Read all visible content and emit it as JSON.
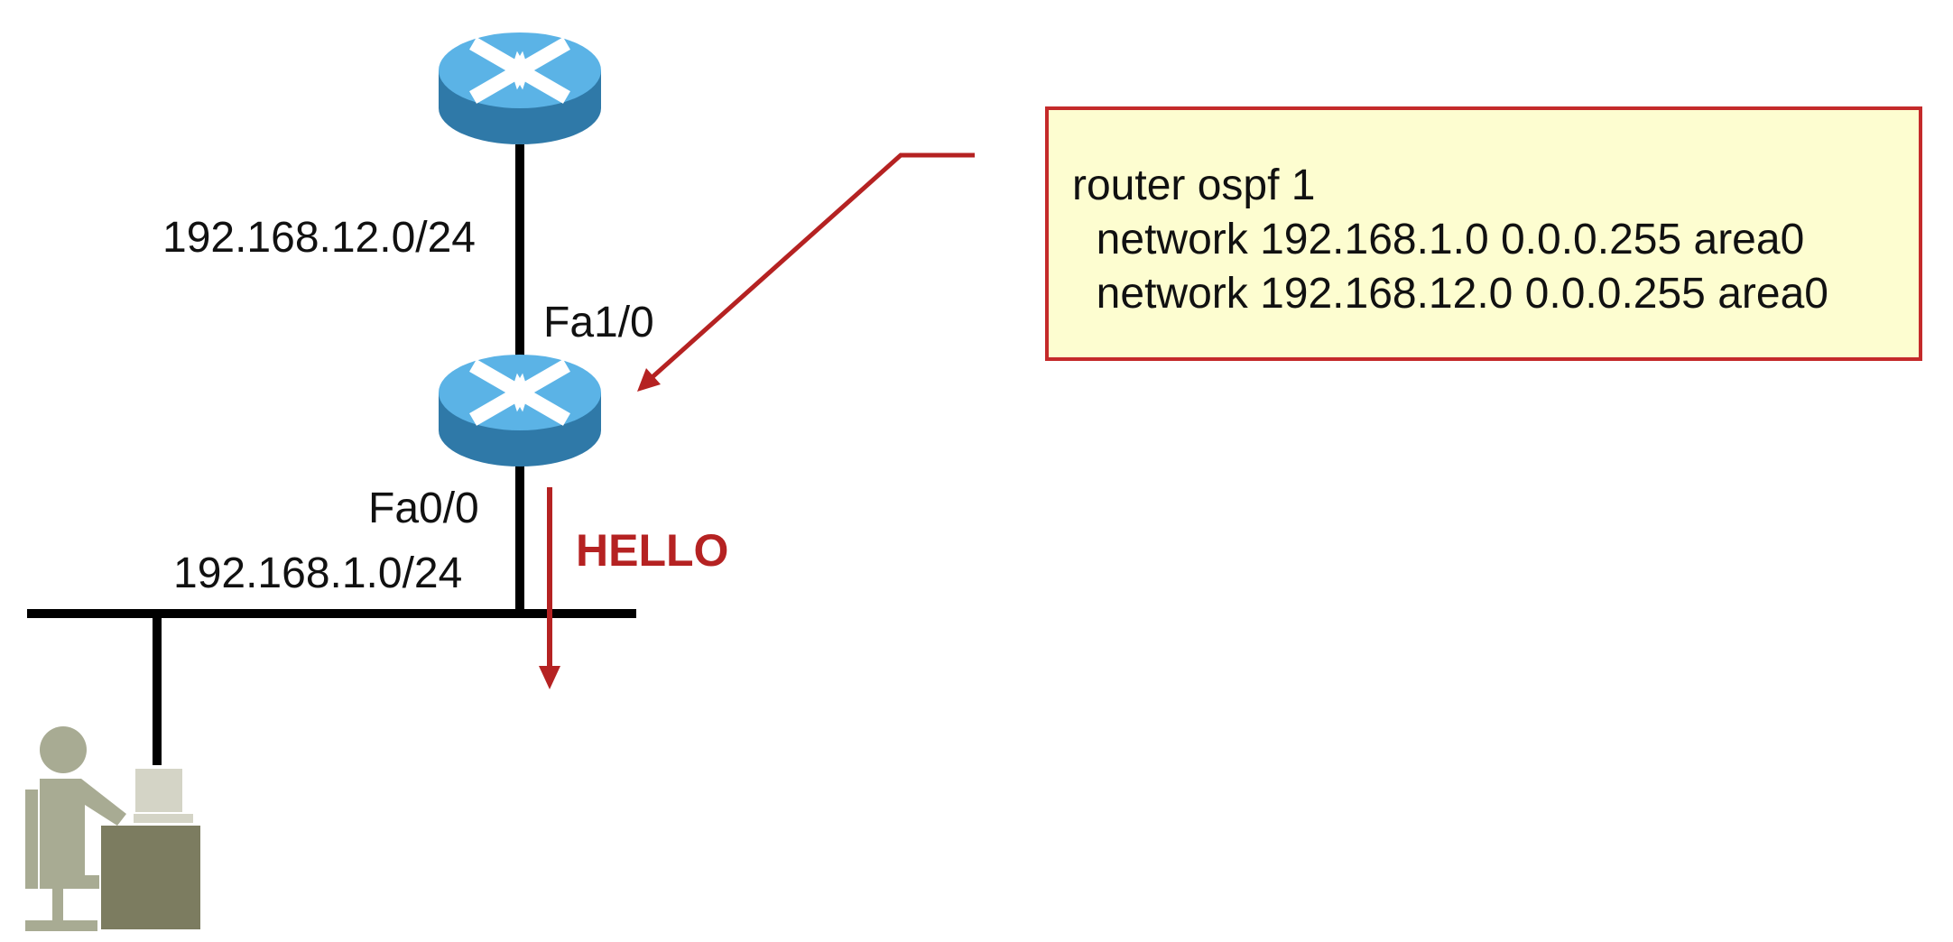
{
  "diagram": {
    "top_link_subnet": "192.168.12.0/24",
    "router_upper_interface": "Fa1/0",
    "router_lower_interface": "Fa0/0",
    "lan_subnet": "192.168.1.0/24",
    "packet_label": "HELLO",
    "config_lines": [
      "router ospf 1",
      "  network 192.168.1.0 0.0.0.255 area0",
      "  network 192.168.12.0 0.0.0.255 area0"
    ],
    "colors": {
      "router_top": "#5bb3e6",
      "router_side": "#2f79a8",
      "accent_red": "#b52222",
      "config_bg": "#fdfdd0",
      "person": "#a8ab93",
      "desk": "#7c7c60"
    }
  }
}
